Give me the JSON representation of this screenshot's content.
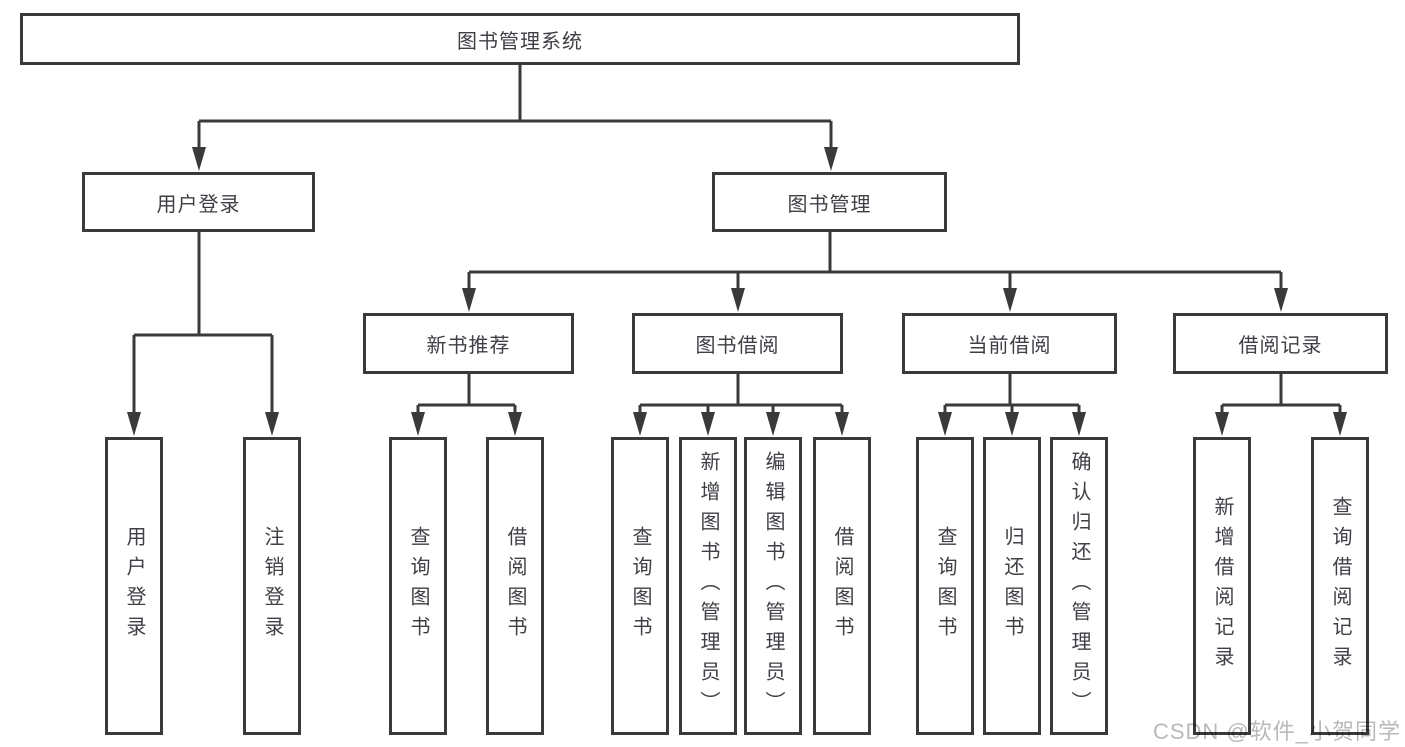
{
  "diagram": {
    "type": "function-structure-tree",
    "root": {
      "label": "图书管理系统"
    },
    "branches": [
      {
        "label": "用户登录",
        "children": [
          {
            "label": "用户登录"
          },
          {
            "label": "注销登录"
          }
        ]
      },
      {
        "label": "图书管理",
        "children": [
          {
            "label": "新书推荐",
            "children": [
              {
                "label": "查询图书"
              },
              {
                "label": "借阅图书"
              }
            ]
          },
          {
            "label": "图书借阅",
            "children": [
              {
                "label": "查询图书"
              },
              {
                "label": "新增图书（管理员）"
              },
              {
                "label": "编辑图书（管理员）"
              },
              {
                "label": "借阅图书"
              }
            ]
          },
          {
            "label": "当前借阅",
            "children": [
              {
                "label": "查询图书"
              },
              {
                "label": "归还图书"
              },
              {
                "label": "确认归还（管理员）"
              }
            ]
          },
          {
            "label": "借阅记录",
            "children": [
              {
                "label": "新增借阅记录"
              },
              {
                "label": "查询借阅记录"
              }
            ]
          }
        ]
      }
    ]
  },
  "colors": {
    "line": "#3a3a3a",
    "text": "#3f3f46",
    "box_background": "#ffffff",
    "watermark": "#b9b9b9"
  },
  "watermark": {
    "text": "CSDN @软件_小贺同学"
  }
}
